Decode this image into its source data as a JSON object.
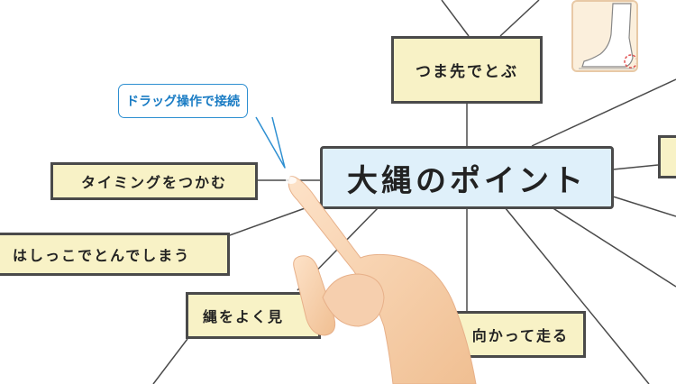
{
  "mindmap": {
    "center": "大縄のポイント",
    "branches": [
      "つま先でとぶ",
      "タイミングをつかむ",
      "はしっこでとんでしまう",
      "縄をよく見",
      "向かって走る"
    ]
  },
  "tooltip": {
    "text": "ドラッグ操作で接続"
  },
  "icons": [
    "foot-illustration-icon",
    "pointing-hand-icon"
  ],
  "colors": {
    "center_fill": "#dff0fa",
    "branch_fill": "#f8f2c6",
    "border": "#4a4a4a",
    "tooltip_accent": "#2e8fd1"
  }
}
